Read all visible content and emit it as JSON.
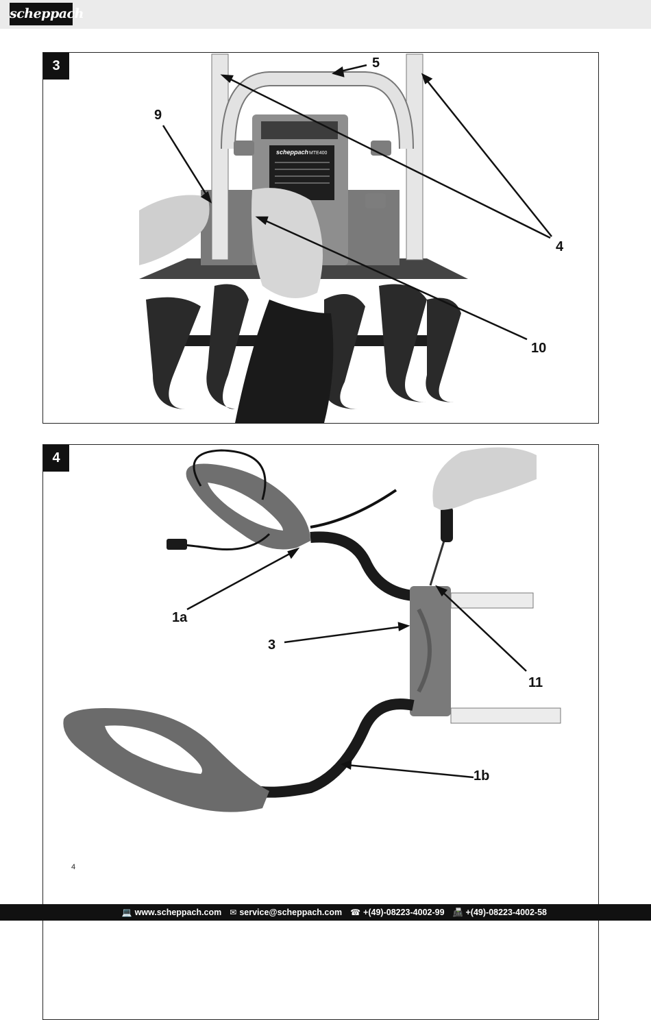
{
  "header": {
    "brand": "scheppach"
  },
  "figure3": {
    "number": "3",
    "callouts": {
      "c5": "5",
      "c9": "9",
      "c4": "4",
      "c10": "10"
    },
    "device_plate": {
      "brand": "scheppach",
      "model": "MTE400"
    }
  },
  "figure4": {
    "number": "4",
    "callouts": {
      "c1a": "1a",
      "c3": "3",
      "c11": "11",
      "c1b": "1b"
    }
  },
  "page_number": "4",
  "footer": {
    "website": "www.scheppach.com",
    "email": "service@scheppach.com",
    "phone": "+(49)-08223-4002-99",
    "fax": "+(49)-08223-4002-58"
  }
}
